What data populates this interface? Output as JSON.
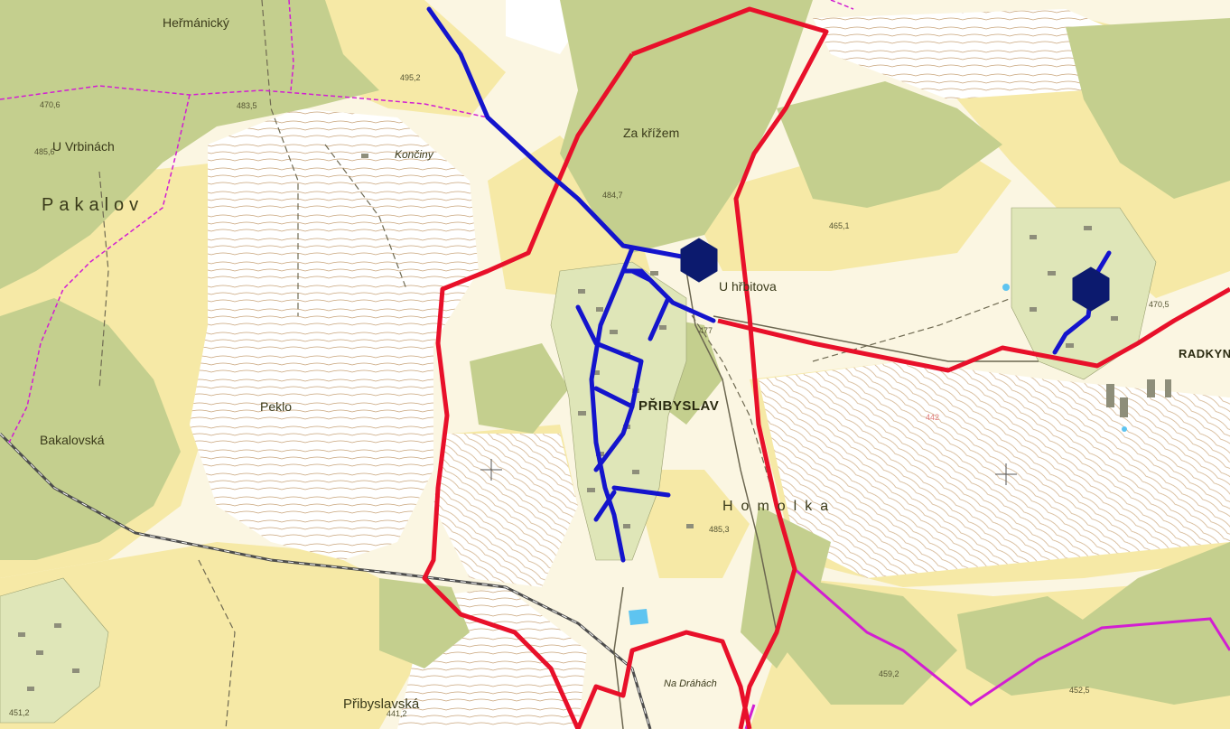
{
  "map": {
    "labels": {
      "hermanicky": "Heřmánický",
      "u_vrbinach": "U Vrbinách",
      "pakalov": "Pakalov",
      "koncine": "Končiny",
      "za_krizem": "Za křížem",
      "u_hrbitova": "U hřbitova",
      "peklo": "Peklo",
      "bakalovska": "Bakalovská",
      "pribyslav": "PŘIBYSLAV",
      "homolka": "Homolka",
      "radkyne": "RADKYNĚ",
      "pribyslavska": "Přibyslavská",
      "na_drahach": "Na Dráhách"
    },
    "elevations": {
      "e1": "495,2",
      "e2": "483,5",
      "e3": "470,6",
      "e4": "485,6",
      "e5": "484,7",
      "e6": "465,1",
      "e7": "477",
      "e8": "470,5",
      "e9": "485,3",
      "e10": "459,2",
      "e11": "452,5",
      "e12": "441,2",
      "e13": "451,2",
      "e14": "442"
    },
    "colors": {
      "forest": "#c4cf8e",
      "field": "#f6e9a6",
      "meadow": "#ffffff",
      "contour": "#c8a47a",
      "water_line": "#1414cc",
      "boundary_red": "#e8102a",
      "boundary_magenta": "#d21ed2",
      "symbol_fill": "#0c1a6e"
    }
  }
}
